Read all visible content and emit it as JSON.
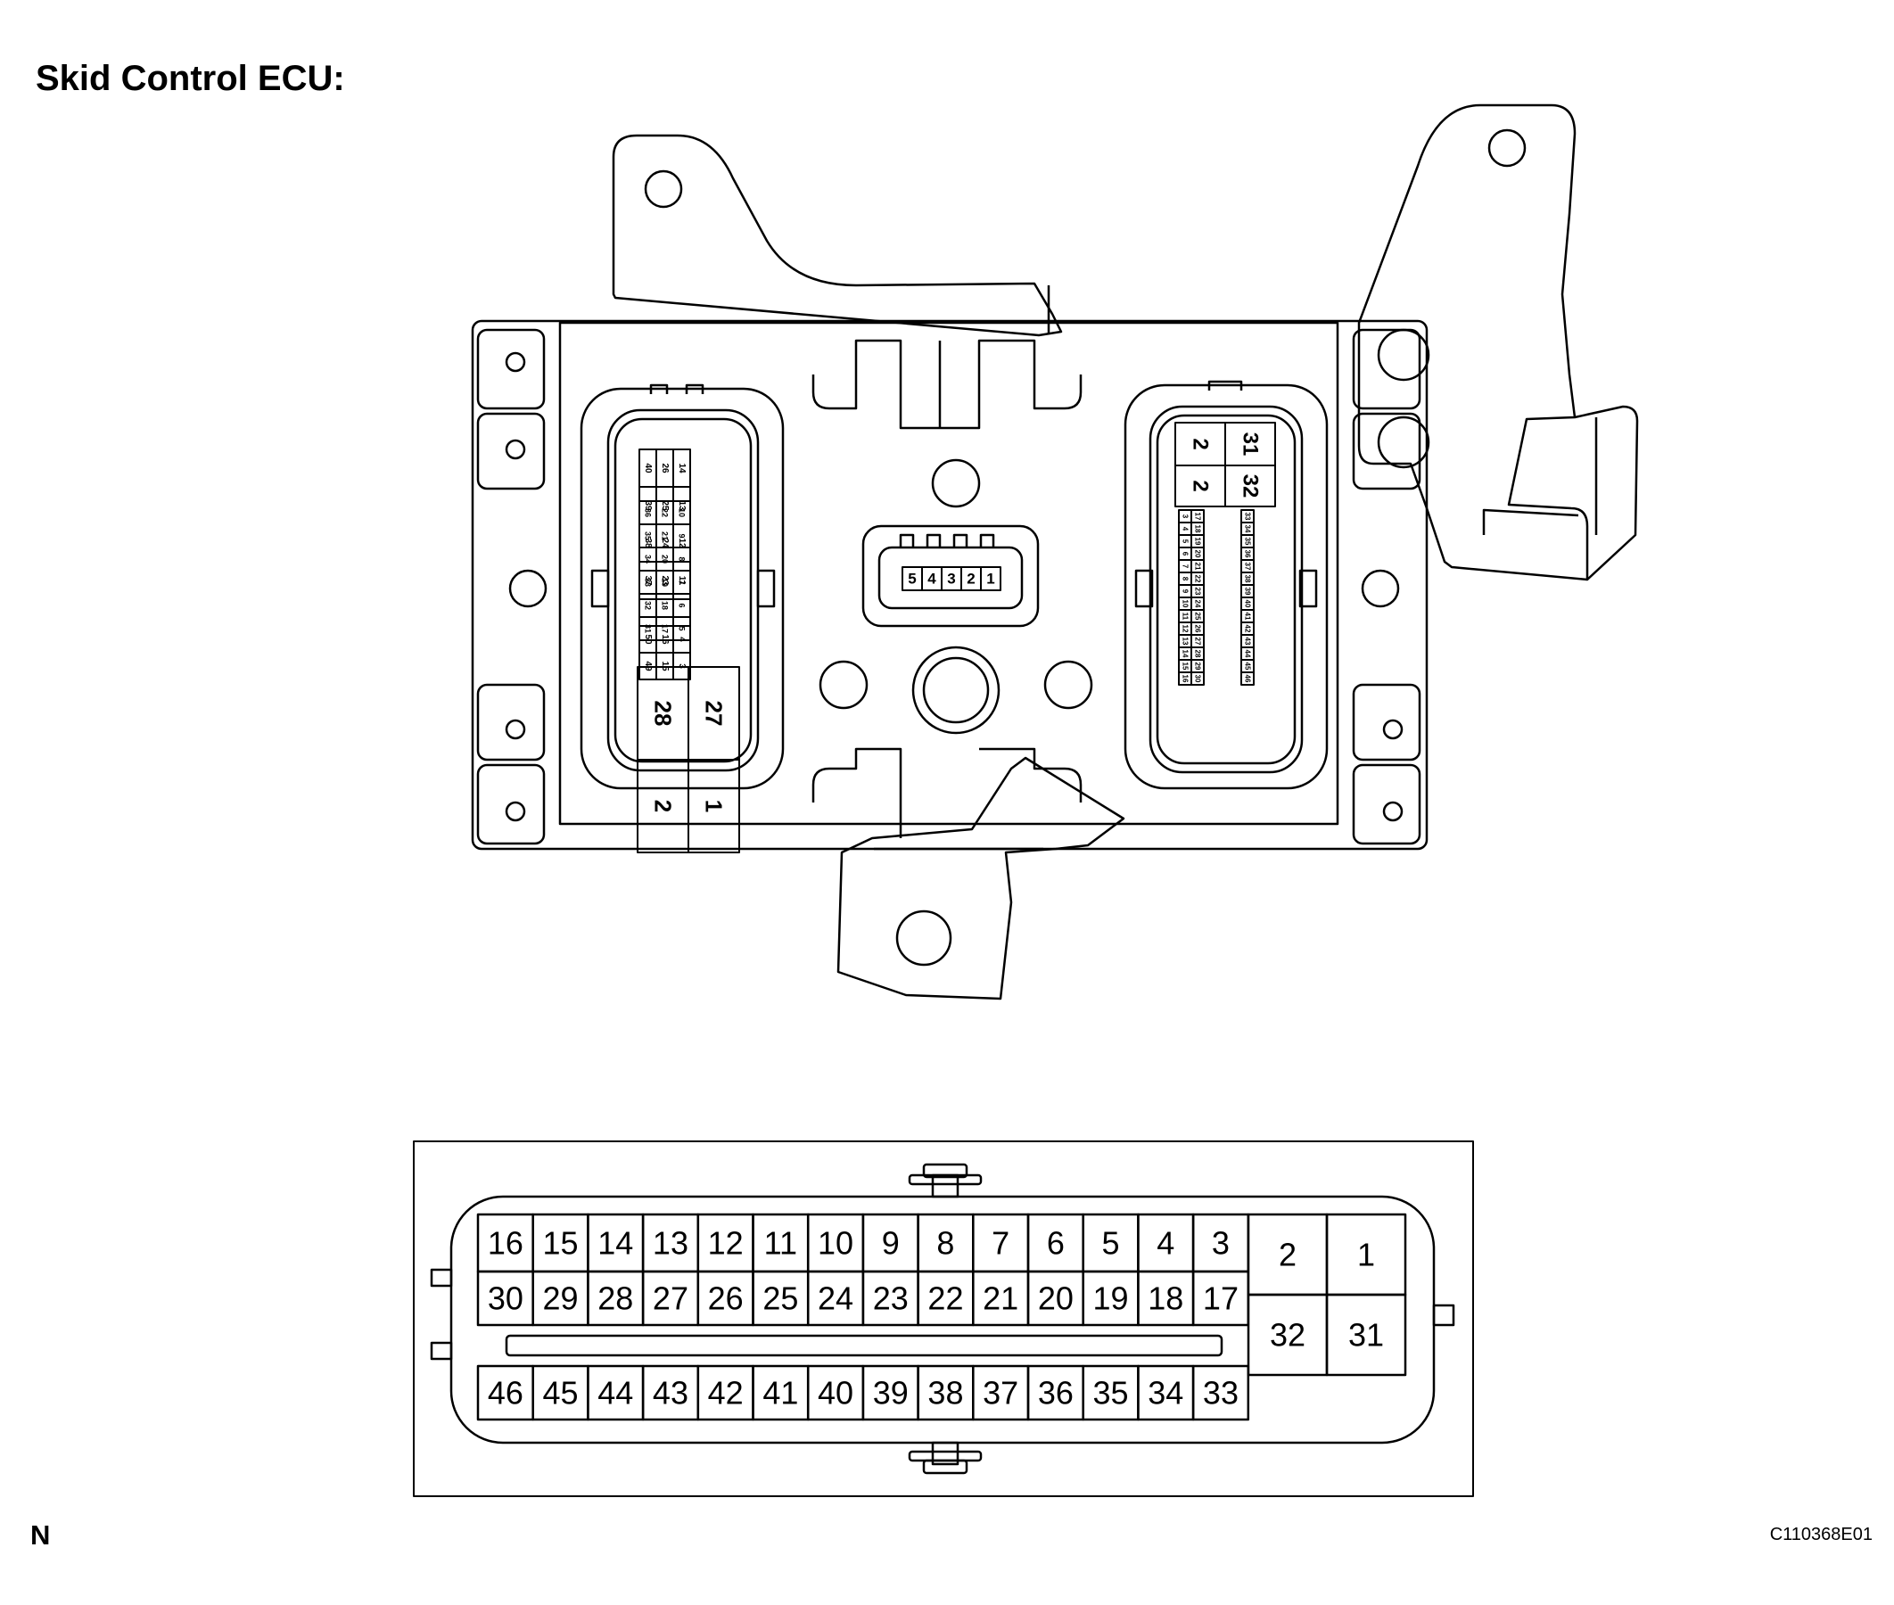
{
  "title": "Skid Control ECU:",
  "marker": "N",
  "figure_code": "C110368E01",
  "connectors": {
    "small": {
      "pins": [
        "5",
        "4",
        "3",
        "2",
        "1"
      ]
    },
    "left": {
      "top_group": [
        [
          "40",
          "39",
          "38",
          "37"
        ],
        [
          "26",
          "25",
          "24",
          "23"
        ],
        [
          "14",
          "13",
          "12",
          "11"
        ]
      ],
      "mid_group": [
        [
          "36",
          "35",
          "34",
          "33",
          "32",
          "31"
        ],
        [
          "22",
          "21",
          "20",
          "19",
          "18",
          "17"
        ],
        [
          "10",
          "9",
          "8",
          "7",
          "6",
          "5"
        ]
      ],
      "bottom_group": [
        [
          "50",
          "49"
        ],
        [
          "16",
          "15"
        ],
        [
          "4",
          "3"
        ]
      ],
      "large": [
        [
          "28",
          "2"
        ],
        [
          "27",
          "1"
        ]
      ]
    },
    "detail": {
      "row1": [
        "16",
        "15",
        "14",
        "13",
        "12",
        "11",
        "10",
        "9",
        "8",
        "7",
        "6",
        "5",
        "4",
        "3"
      ],
      "row2": [
        "30",
        "29",
        "28",
        "27",
        "26",
        "25",
        "24",
        "23",
        "22",
        "21",
        "20",
        "19",
        "18",
        "17"
      ],
      "row3": [
        "46",
        "45",
        "44",
        "43",
        "42",
        "41",
        "40",
        "39",
        "38",
        "37",
        "36",
        "35",
        "34",
        "33"
      ],
      "big": [
        [
          "2",
          "1"
        ],
        [
          "32",
          "31"
        ]
      ]
    }
  }
}
